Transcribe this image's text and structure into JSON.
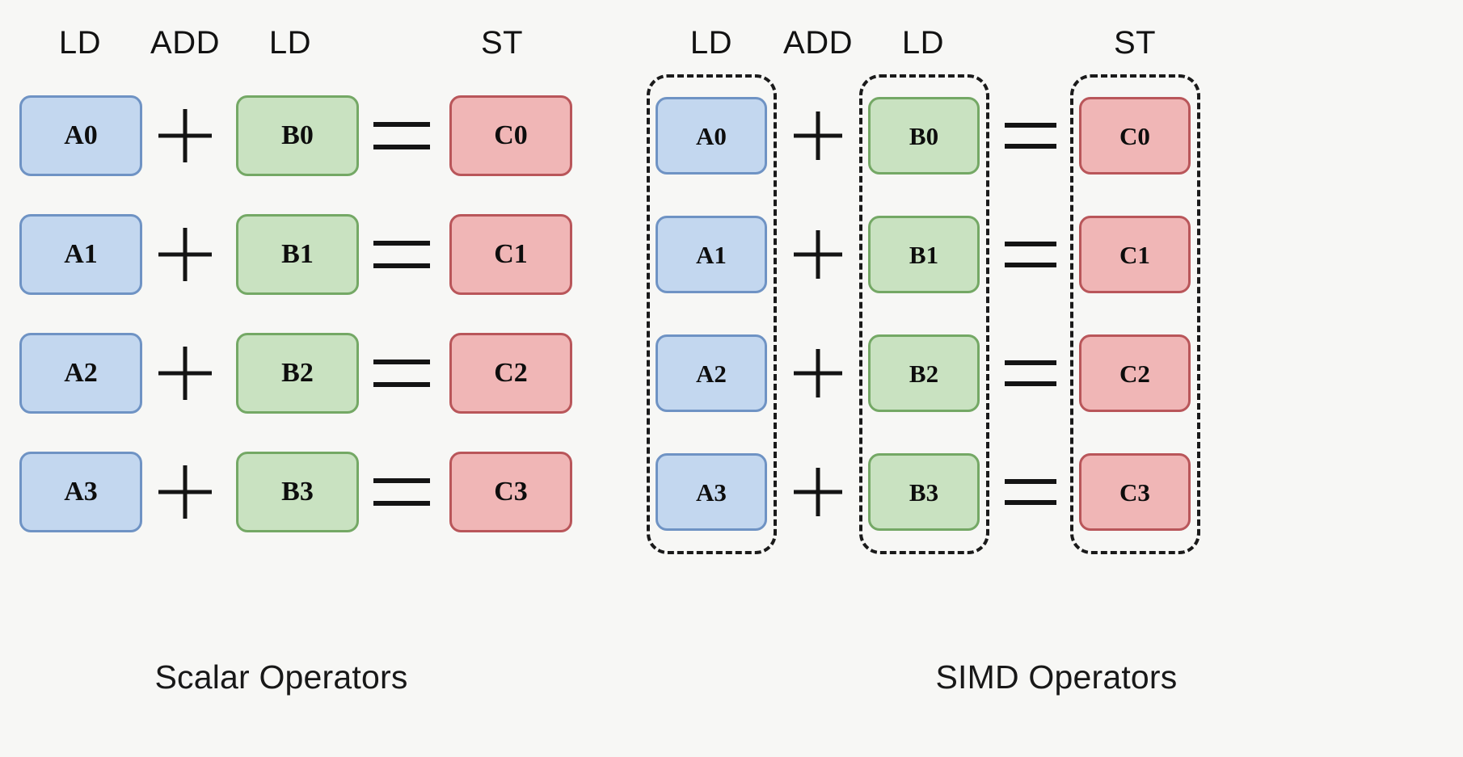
{
  "background_color": "#f7f7f5",
  "palette": {
    "blue_fill": "#c3d7ef",
    "blue_border": "#6f93c4",
    "green_fill": "#c9e2c1",
    "green_border": "#74a865",
    "red_fill": "#f0b6b6",
    "red_border": "#b9565a",
    "dash_border": "#1a1a1a",
    "operator_color": "#141414",
    "text_color": "#0d0d0d"
  },
  "panels": {
    "scalar": {
      "caption": "Scalar Operators",
      "headers": [
        {
          "label": "LD",
          "name": "header-ld-a"
        },
        {
          "label": "ADD",
          "name": "header-add"
        },
        {
          "label": "LD",
          "name": "header-ld-b"
        },
        {
          "label": "ST",
          "name": "header-st"
        }
      ],
      "grouped": false,
      "rows": [
        {
          "a": "A0",
          "op1": "+",
          "b": "B0",
          "op2": "=",
          "c": "C0"
        },
        {
          "a": "A1",
          "op1": "+",
          "b": "B1",
          "op2": "=",
          "c": "C1"
        },
        {
          "a": "A2",
          "op1": "+",
          "b": "B2",
          "op2": "=",
          "c": "C2"
        },
        {
          "a": "A3",
          "op1": "+",
          "b": "B3",
          "op2": "=",
          "c": "C3"
        }
      ]
    },
    "simd": {
      "caption": "SIMD Operators",
      "headers": [
        {
          "label": "LD",
          "name": "header-ld-a"
        },
        {
          "label": "ADD",
          "name": "header-add"
        },
        {
          "label": "LD",
          "name": "header-ld-b"
        },
        {
          "label": "ST",
          "name": "header-st"
        }
      ],
      "grouped": true,
      "group_count": 3,
      "rows": [
        {
          "a": "A0",
          "op1": "+",
          "b": "B0",
          "op2": "=",
          "c": "C0"
        },
        {
          "a": "A1",
          "op1": "+",
          "b": "B1",
          "op2": "=",
          "c": "C1"
        },
        {
          "a": "A2",
          "op1": "+",
          "b": "B2",
          "op2": "=",
          "c": "C2"
        },
        {
          "a": "A3",
          "op1": "+",
          "b": "B3",
          "op2": "=",
          "c": "C3"
        }
      ]
    }
  },
  "operators": {
    "plus_symbol": "+",
    "equals_symbol": "="
  }
}
